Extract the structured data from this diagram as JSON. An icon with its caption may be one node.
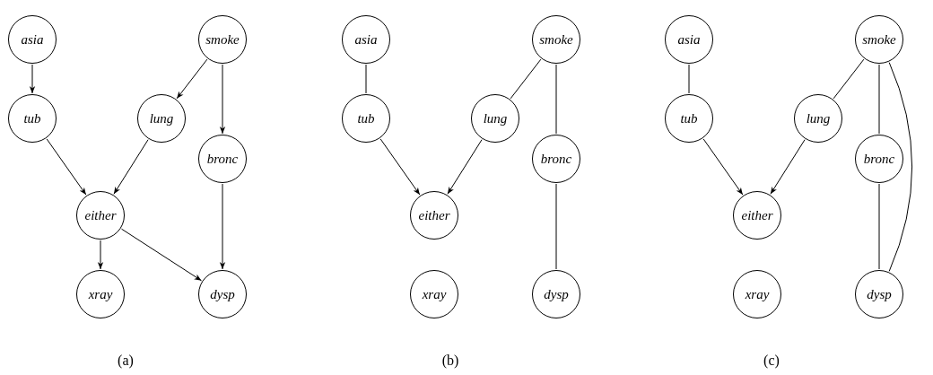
{
  "diagram": {
    "nodes": [
      {
        "text": [
          "asia"
        ]
      },
      {
        "text": [
          "smoke"
        ]
      },
      {
        "text": [
          "tub"
        ]
      },
      {
        "text": [
          "lung"
        ]
      },
      {
        "text": [
          "bronc"
        ]
      },
      {
        "text": [
          "either"
        ]
      },
      {
        "text": [
          "xray"
        ]
      },
      {
        "text": [
          "dysp"
        ]
      },
      {
        "text": [
          "asia"
        ]
      },
      {
        "text": [
          "smoke"
        ]
      },
      {
        "text": [
          "tub"
        ]
      },
      {
        "text": [
          "lung"
        ]
      },
      {
        "text": [
          "bronc"
        ]
      },
      {
        "text": [
          "either"
        ]
      },
      {
        "text": [
          "xray"
        ]
      },
      {
        "text": [
          "dysp"
        ]
      },
      {
        "text": [
          "asia"
        ]
      },
      {
        "text": [
          "smoke"
        ]
      },
      {
        "text": [
          "tub"
        ]
      },
      {
        "text": [
          "lung"
        ]
      },
      {
        "text": [
          "bronc"
        ]
      },
      {
        "text": [
          "either"
        ]
      },
      {
        "text": [
          "xray"
        ]
      },
      {
        "text": [
          "dysp"
        ]
      }
    ],
    "edges": [
      {
        "from": 0,
        "to": 2,
        "arrow": "to"
      },
      {
        "from": 1,
        "to": 3,
        "arrow": "to"
      },
      {
        "from": 1,
        "to": 4,
        "arrow": "to"
      },
      {
        "from": 2,
        "to": 5,
        "arrow": "to"
      },
      {
        "from": 3,
        "to": 5,
        "arrow": "to"
      },
      {
        "from": 4,
        "to": 7,
        "arrow": "to"
      },
      {
        "from": 5,
        "to": 6,
        "arrow": "to"
      },
      {
        "from": 5,
        "to": 7,
        "arrow": "to"
      },
      {
        "from": 8,
        "to": 10,
        "arrow": "none"
      },
      {
        "from": 9,
        "to": 11,
        "arrow": "none"
      },
      {
        "from": 9,
        "to": 12,
        "arrow": "none"
      },
      {
        "from": 10,
        "to": 13,
        "arrow": "to"
      },
      {
        "from": 11,
        "to": 13,
        "arrow": "to"
      },
      {
        "from": 12,
        "to": 15,
        "arrow": "none"
      },
      {
        "from": 16,
        "to": 18,
        "arrow": "none"
      },
      {
        "from": 17,
        "to": 19,
        "arrow": "none"
      },
      {
        "from": 17,
        "to": 20,
        "arrow": "none"
      },
      {
        "from": 18,
        "to": 21,
        "arrow": "to"
      },
      {
        "from": 19,
        "to": 21,
        "arrow": "to"
      },
      {
        "from": 20,
        "to": 23,
        "arrow": "none"
      },
      {
        "from": 17,
        "to": 23,
        "arrow": "none"
      }
    ],
    "labels": [
      "(a)",
      "(b)",
      "(c)"
    ]
  }
}
